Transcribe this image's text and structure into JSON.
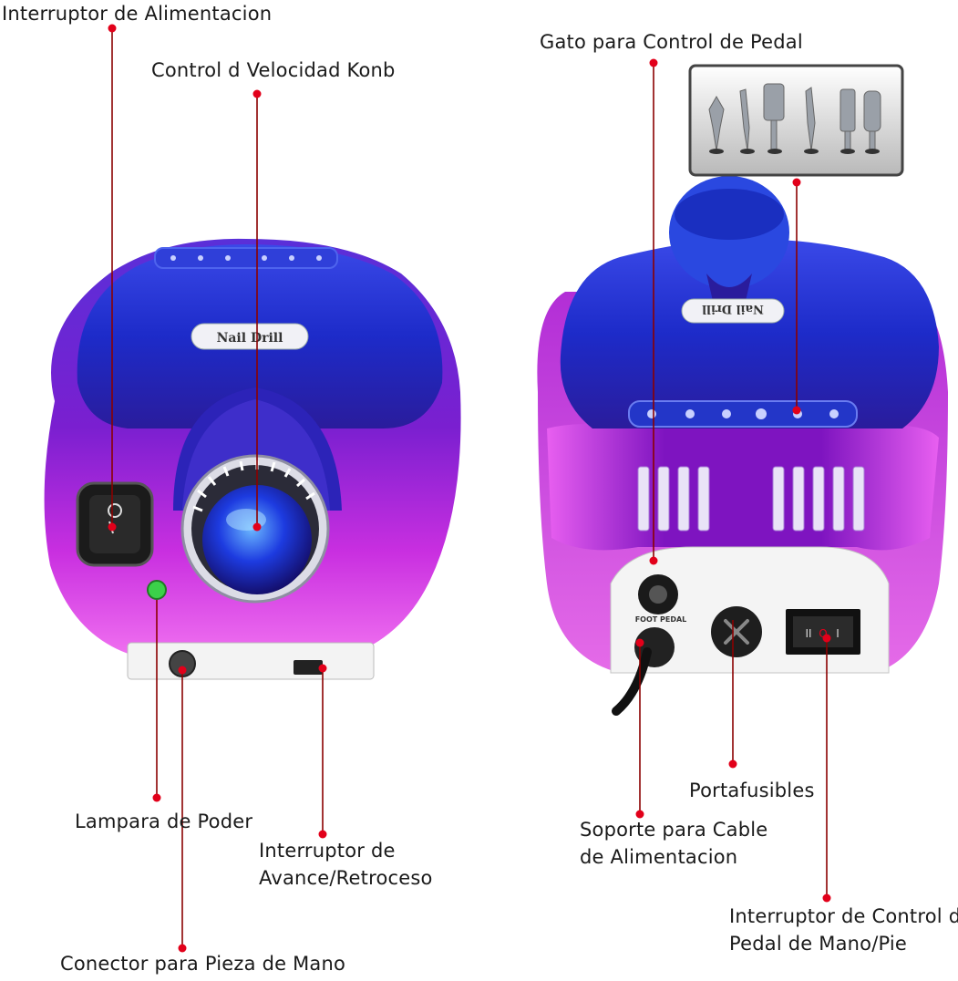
{
  "labels": {
    "power_switch": "Interruptor de Alimentacion",
    "speed_knob": "Control d Velocidad Konb",
    "pedal_jack": "Gato para Control de Pedal",
    "power_lamp": "Lampara de Poder",
    "fwd_rev_switch_line1": "Interruptor de",
    "fwd_rev_switch_line2": "Avance/Retroceso",
    "handpiece_connector": "Conector para Pieza de Mano",
    "fuse_holder": "Portafusibles",
    "power_cable_holder_line1": "Soporte para Cable",
    "power_cable_holder_line2": "de Alimentacion",
    "pedal_hand_foot_switch_line1": "Interruptor de Control de",
    "pedal_hand_foot_switch_line2": "Pedal de Mano/Pie"
  },
  "device": {
    "front_badge": "Nail Drill",
    "back_badge": "Nail Drill",
    "foot_pedal_text": "FOOT PEDAL",
    "switch_left_mark": "II",
    "switch_mid_mark": "O",
    "switch_right_mark": "I"
  },
  "colors": {
    "callout": "#8b0000",
    "dot": "#e2001a",
    "label_text": "#1a1a1a",
    "body_blue": "#1f2fd6",
    "body_purple": "#9b18c8",
    "body_magenta": "#e040e8"
  }
}
